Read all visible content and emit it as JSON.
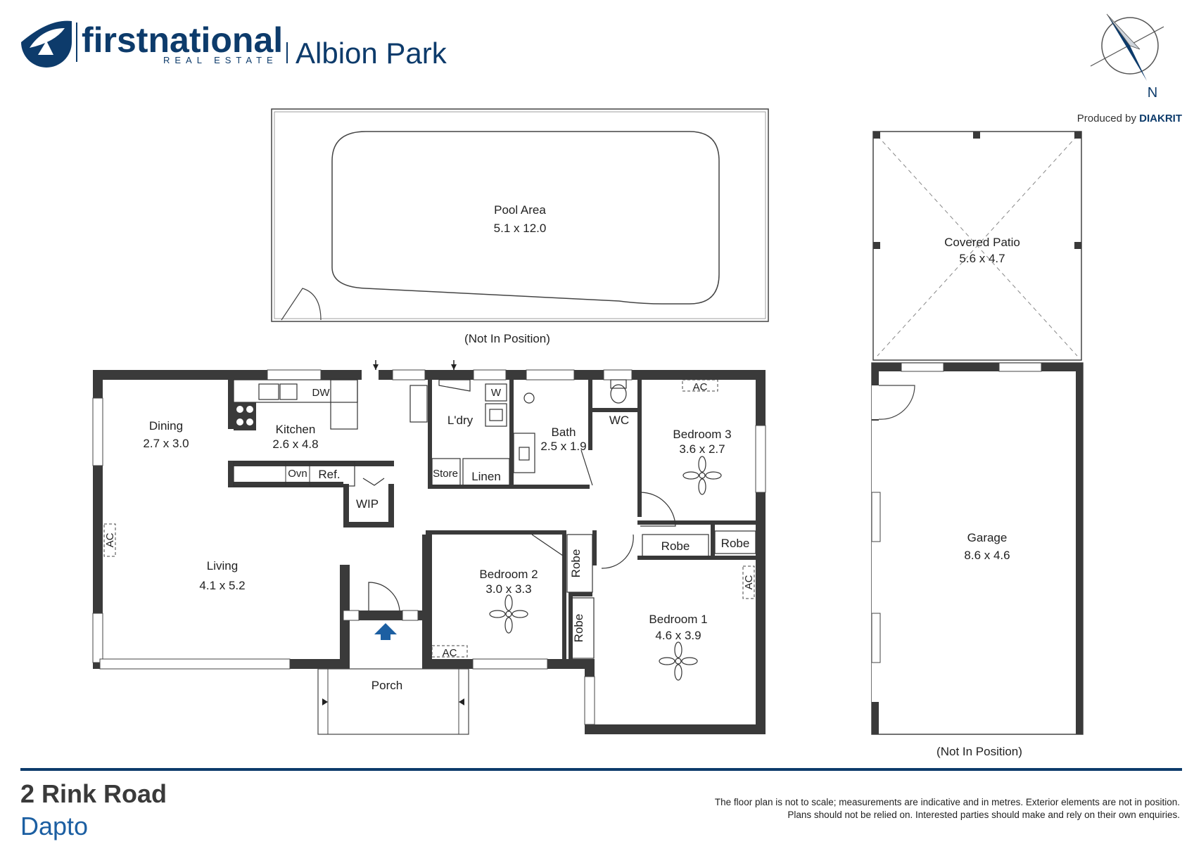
{
  "brand": {
    "name_first": "first",
    "name_second": "national",
    "subtitle": "REAL ESTATE",
    "office": "Albion Park",
    "logo_icon": "first-national-logo"
  },
  "producer": {
    "prefix": "Produced by",
    "name": "DIAKRIT"
  },
  "compass": {
    "label": "N",
    "icon": "compass-icon"
  },
  "rooms": {
    "pool": {
      "name": "Pool Area",
      "size": "5.1 x 12.0",
      "note": "(Not In Position)"
    },
    "patio": {
      "name": "Covered Patio",
      "size": "5.6 x 4.7"
    },
    "garage": {
      "name": "Garage",
      "size": "8.6 x 4.6",
      "note": "(Not In Position)"
    },
    "dining": {
      "name": "Dining",
      "size": "2.7 x 3.0"
    },
    "kitchen": {
      "name": "Kitchen",
      "size": "2.6 x 4.8"
    },
    "laundry": {
      "name": "L'dry"
    },
    "bath": {
      "name": "Bath",
      "size": "2.5 x 1.9"
    },
    "wc": {
      "name": "WC"
    },
    "bedroom3": {
      "name": "Bedroom 3",
      "size": "3.6 x 2.7"
    },
    "living": {
      "name": "Living",
      "size": "4.1 x 5.2"
    },
    "bedroom2": {
      "name": "Bedroom 2",
      "size": "3.0 x 3.3"
    },
    "bedroom1": {
      "name": "Bedroom 1",
      "size": "4.6 x 3.9"
    },
    "porch": {
      "name": "Porch"
    }
  },
  "fixtures": {
    "dw": "DW",
    "w": "W",
    "ovn": "Ovn",
    "ref": "Ref.",
    "store": "Store",
    "linen": "Linen",
    "wip": "WIP",
    "robe": "Robe",
    "ac": "AC"
  },
  "address": {
    "street": "2 Rink Road",
    "suburb": "Dapto"
  },
  "disclaimer": {
    "line1": "The floor plan is not to scale; measurements are indicative and in metres. Exterior elements are not in position.",
    "line2": "Plans should not be relied on. Interested parties should make and rely on their own enquiries."
  },
  "colors": {
    "brand": "#0d3b6b",
    "accent": "#1c5fa2",
    "wall": "#3a3a3a"
  }
}
